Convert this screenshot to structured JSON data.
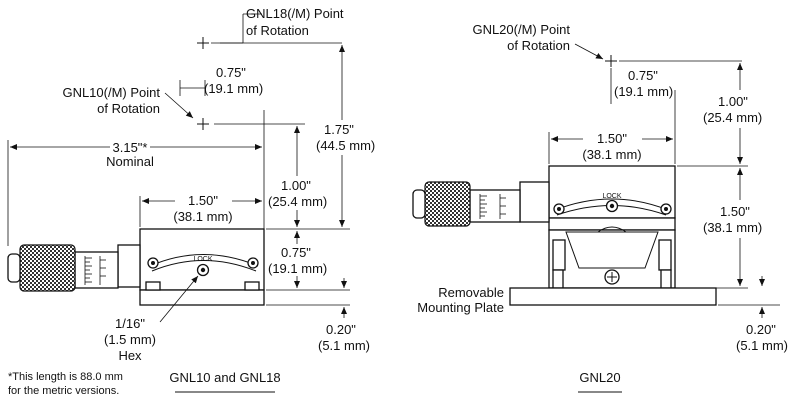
{
  "left_drawing": {
    "gnl18_label": [
      "GNL18(/M) Point",
      "of Rotation"
    ],
    "gnl10_label": [
      "GNL10(/M) Point",
      "of Rotation"
    ],
    "offset_dim": [
      "0.75\"",
      "(19.1 mm)"
    ],
    "total_height_dim": [
      "1.75\"",
      "(44.5 mm)"
    ],
    "upper_height_dim": [
      "1.00\"",
      "(25.4 mm)"
    ],
    "length_dim": [
      "3.15\"*",
      "Nominal"
    ],
    "width_dim": [
      "1.50\"",
      "(38.1 mm)"
    ],
    "lower_height_dim": [
      "0.75\"",
      "(19.1 mm)"
    ],
    "base_dim": [
      "0.20\"",
      "(5.1 mm)"
    ],
    "hex_dim": [
      "1/16\"",
      "(1.5 mm)",
      "Hex"
    ],
    "lock_label": "LOCK",
    "footnote": [
      "*This length is 88.0 mm",
      "for the metric versions."
    ],
    "caption": "GNL10 and GNL18"
  },
  "right_drawing": {
    "gnl20_label": [
      "GNL20(/M) Point",
      "of Rotation"
    ],
    "offset_dim": [
      "0.75\"",
      "(19.1 mm)"
    ],
    "upper_height_dim": [
      "1.00\"",
      "(25.4 mm)"
    ],
    "width_dim": [
      "1.50\"",
      "(38.1 mm)"
    ],
    "height_dim": [
      "1.50\"",
      "(38.1 mm)"
    ],
    "plate_label": [
      "Removable",
      "Mounting Plate"
    ],
    "base_dim": [
      "0.20\"",
      "(5.1 mm)"
    ],
    "lock_label": "LOCK",
    "caption": "GNL20"
  }
}
